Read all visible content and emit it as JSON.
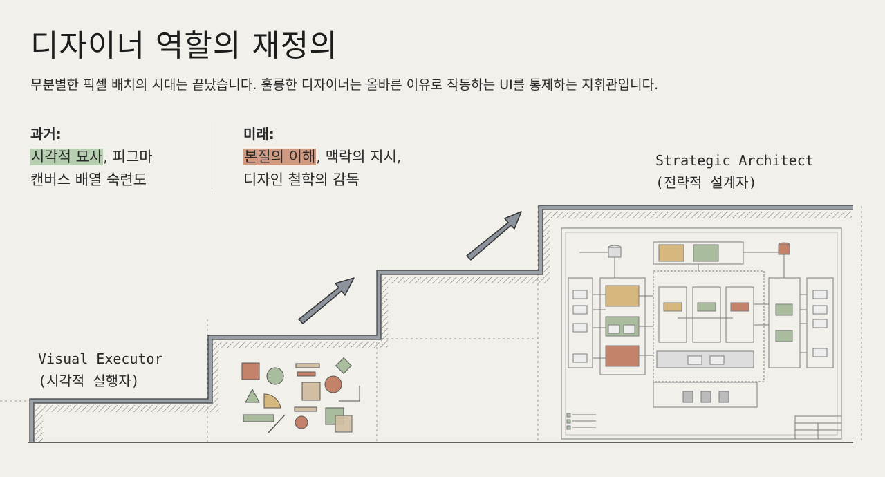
{
  "title": "디자이너 역할의 재정의",
  "subtitle": "무분별한 픽셀 배치의 시대는 끝났습니다. 훌륭한 디자이너는 올바른 이유로 작동하는 UI를 통제하는 지휘관입니다.",
  "past": {
    "heading": "과거:",
    "highlight": "시각적 묘사",
    "line1_rest": ", 피그마",
    "line2": "캔버스 배열 숙련도"
  },
  "future": {
    "heading": "미래:",
    "highlight": "본질의 이해",
    "line1_rest": ", 맥락의 지시,",
    "line2": "디자인 철학의 감독"
  },
  "labels": {
    "executor_en": "Visual Executor",
    "executor_ko": "(시각적 실행자)",
    "architect_en": "Strategic Architect",
    "architect_ko": "(전략적 설계자)"
  },
  "colors": {
    "background": "#f2f0ea",
    "highlight_green": "#b7cfb1",
    "highlight_red": "#cf9a82",
    "stair": "#9aa0a8",
    "arrow": "#8d939c",
    "shape_sage": "#a9bc9e",
    "shape_terracotta": "#c5826b",
    "shape_ochre": "#d6b87e",
    "shape_tan": "#d2bfa3"
  },
  "icons": [
    "upward-arrow-icon"
  ]
}
